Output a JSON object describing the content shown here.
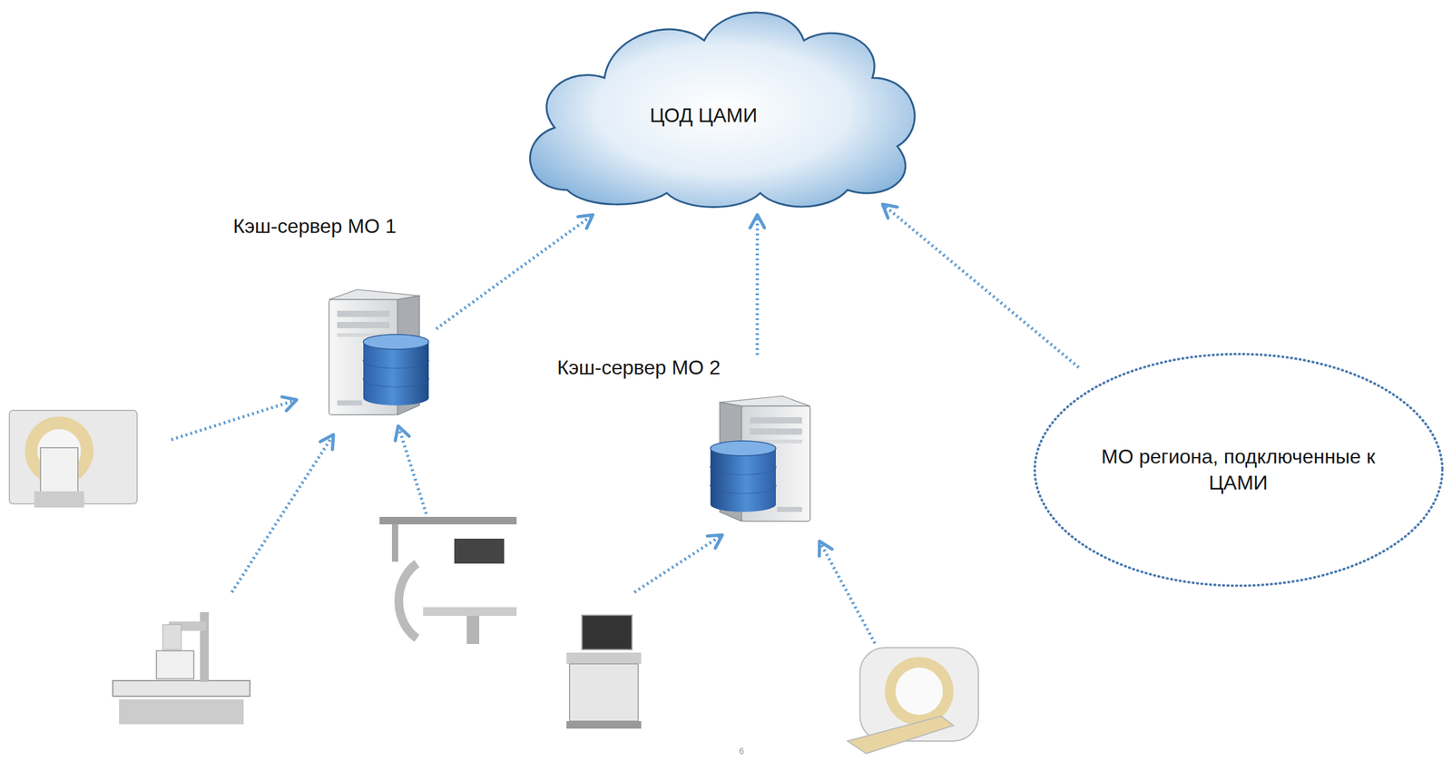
{
  "diagram": {
    "nodes": [
      {
        "text": [
          "ЦОД ЦАМИ"
        ]
      },
      {
        "text": [
          "Кэш-сервер МО 1"
        ]
      },
      {
        "text": [
          "Кэш-сервер МО 2"
        ]
      },
      {
        "text": [
          "МО региона, подключенные к ЦАМИ"
        ]
      }
    ],
    "edges": [
      {
        "from": 1,
        "to": 0,
        "arrow": "to"
      },
      {
        "from": 2,
        "to": 0,
        "arrow": "to"
      },
      {
        "from": 3,
        "to": 0,
        "arrow": "to"
      }
    ],
    "labels": [
      "6"
    ]
  }
}
